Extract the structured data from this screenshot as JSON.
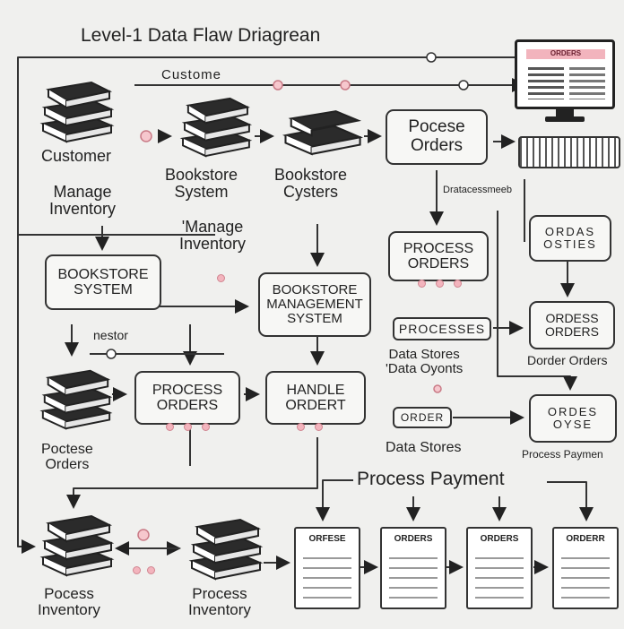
{
  "title": "Level-1 Data Flaw Driagrean",
  "labels": {
    "custome_arrow": "Custome",
    "customer": "Customer",
    "customer_sub": "Manage\nInventory",
    "bookstore_system_top": "Bookstore\nSystem",
    "bookstore_cysters": "Bookstore\nCysters",
    "manage_inventory_mid": "'Manage\nInventory",
    "nestor": "nestor",
    "poctese_orders": "Poctese\nOrders",
    "data_stores_1": "Data Stores\n'Data Oyonts",
    "data_stores_2": "Data Stores",
    "dratacessme": "Dratacessmeeb",
    "dorder_orders": "Dorder Orders",
    "process_paymen": "Process Paymen",
    "process_payment": "Process Payment",
    "bocess_inventory": "Pocess\nInventory",
    "process_inventory": "Process\nInventory"
  },
  "boxes": {
    "poocese_orders": "Pocese\nOrders",
    "process_orders_right": "PROCESS\nORDERS",
    "bookstore_system_left": "BOOKSTORE\nSYSTEM",
    "bookstore_mgmt": "BOOKSTORE\nMANAGEMENT\nSYSTEM",
    "process_orders_mid": "PROCESS\nORDERS",
    "handle_ordert": "HANDLE\nORDERT",
    "processes": "PROCESSES",
    "order": "ORDER",
    "ordas_osties": "ORDAS\nOSTIES",
    "ordess_orders": "ORDESS\nORDERS",
    "orders_oyse": "ORDES\nOYSE"
  },
  "monitor_banner": "ORDERS",
  "sheets": [
    "ORFESE",
    "ORDERS",
    "ORDERS",
    "ORDERR"
  ]
}
